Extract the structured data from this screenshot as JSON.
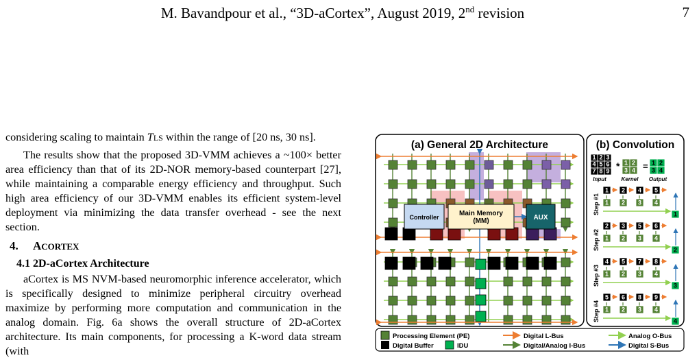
{
  "header": {
    "title_main": "M. Bavandpour et al., “3D-aCortex”, August 2019, 2",
    "title_sup": "nd",
    "title_tail": " revision",
    "page_number": "7"
  },
  "body": {
    "p1": "considering scaling to maintain T_LS within the range of [20 ns, 30 ns].",
    "p2": "The results show that the proposed 3D-VMM achieves a ~100× better area efficiency than that of its 2D-NOR memory-based counterpart [27], while maintaining a comparable energy efficiency and throughput. Such high area efficiency of our 3D-VMM enables its efficient system-level deployment via minimizing the data transfer overhead - see the next section.",
    "section_heading": "4.   aCORTEX",
    "subsection_heading": "4.1  2D-aCortex Architecture",
    "p3": "aCortex is MS NVM-based neuromorphic inference accelerator, which is specifically designed to minimize peripheral circuitry overhead maximize by performing more computation and communication in the analog domain. Fig. 6a shows the overall structure of 2D-aCortex architecture. Its main components, for processing a K-word data stream (with"
  },
  "figure": {
    "panel_a_title": "(a) General 2D Architecture",
    "panel_b_title": "(b) Convolution",
    "controller_label": "Controller",
    "main_memory_label_1": "Main Memory",
    "main_memory_label_2": "(MM)",
    "aux_label": "AUX",
    "conv": {
      "input_label": "Input",
      "kernel_label": "Kernel",
      "output_label": "Output",
      "input_values": [
        "1",
        "2",
        "3",
        "4",
        "5",
        "6",
        "7",
        "8",
        "9"
      ],
      "kernel_values": [
        "1",
        "2",
        "3",
        "4"
      ],
      "output_values": [
        "1",
        "2",
        "3",
        "4"
      ],
      "steps": [
        {
          "label": "Step #1",
          "inputs": [
            "1",
            "2",
            "4",
            "5"
          ],
          "kernel": [
            "1",
            "2",
            "3",
            "4"
          ],
          "out": "1"
        },
        {
          "label": "Step #2",
          "inputs": [
            "2",
            "3",
            "5",
            "6"
          ],
          "kernel": [
            "1",
            "2",
            "3",
            "4"
          ],
          "out": "2"
        },
        {
          "label": "Step #3",
          "inputs": [
            "4",
            "5",
            "7",
            "8"
          ],
          "kernel": [
            "1",
            "2",
            "3",
            "4"
          ],
          "out": "3"
        },
        {
          "label": "Step #4",
          "inputs": [
            "5",
            "6",
            "8",
            "9"
          ],
          "kernel": [
            "1",
            "2",
            "3",
            "4"
          ],
          "out": "4"
        }
      ]
    },
    "legend": {
      "pe": "Processing Element (PE)",
      "digital_buffer": "Digital Buffer",
      "idu": "IDU",
      "l_bus": "Digital L-Bus",
      "i_bus": "Digital/Analog I-Bus",
      "o_bus": "Analog O-Bus",
      "s_bus": "Digital S-Bus"
    },
    "colors": {
      "pe": "#548235",
      "pe_dark": "#375623",
      "buffer": "#000000",
      "idu": "#00B050",
      "l_bus": "#ED7D31",
      "i_bus": "#548235",
      "o_bus": "#92D050",
      "s_bus": "#2E75B6",
      "red_hl": "#F4A6A6",
      "purple_hl": "#B59BD6",
      "controller": "#C5D9F1",
      "main_memory": "#FFF2CC",
      "aux": "#17646A"
    }
  }
}
